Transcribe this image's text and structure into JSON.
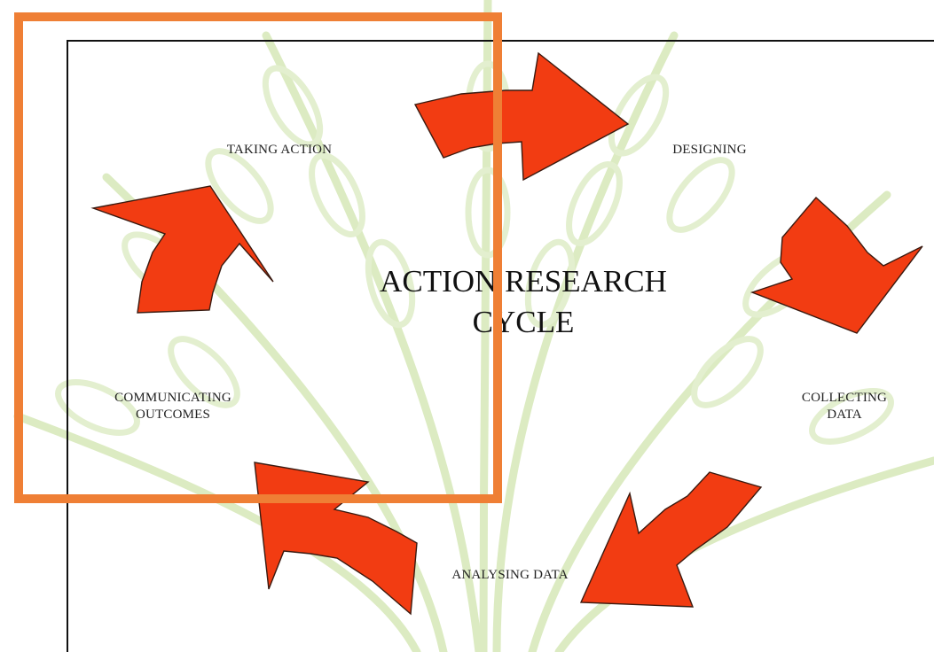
{
  "diagram": {
    "title": "ACTION RESEARCH\nCYCLE",
    "stages": [
      {
        "key": "taking_action",
        "label": "TAKING ACTION"
      },
      {
        "key": "designing",
        "label": "DESIGNING"
      },
      {
        "key": "collecting_data",
        "label": "COLLECTING\nDATA"
      },
      {
        "key": "analysing_data",
        "label": "ANALYSING DATA"
      },
      {
        "key": "communicating_outcomes",
        "label": "COMMUNICATING\nOUTCOMES"
      }
    ],
    "colors": {
      "arrow_fill": "#f23c12",
      "arrow_stroke": "#3a1a10",
      "highlight_border": "#ef7f35",
      "wheat_watermark": "#d8e8b8"
    },
    "icons": {
      "arrow": "curved-arrow-icon",
      "watermark": "wheat-watermark"
    }
  }
}
